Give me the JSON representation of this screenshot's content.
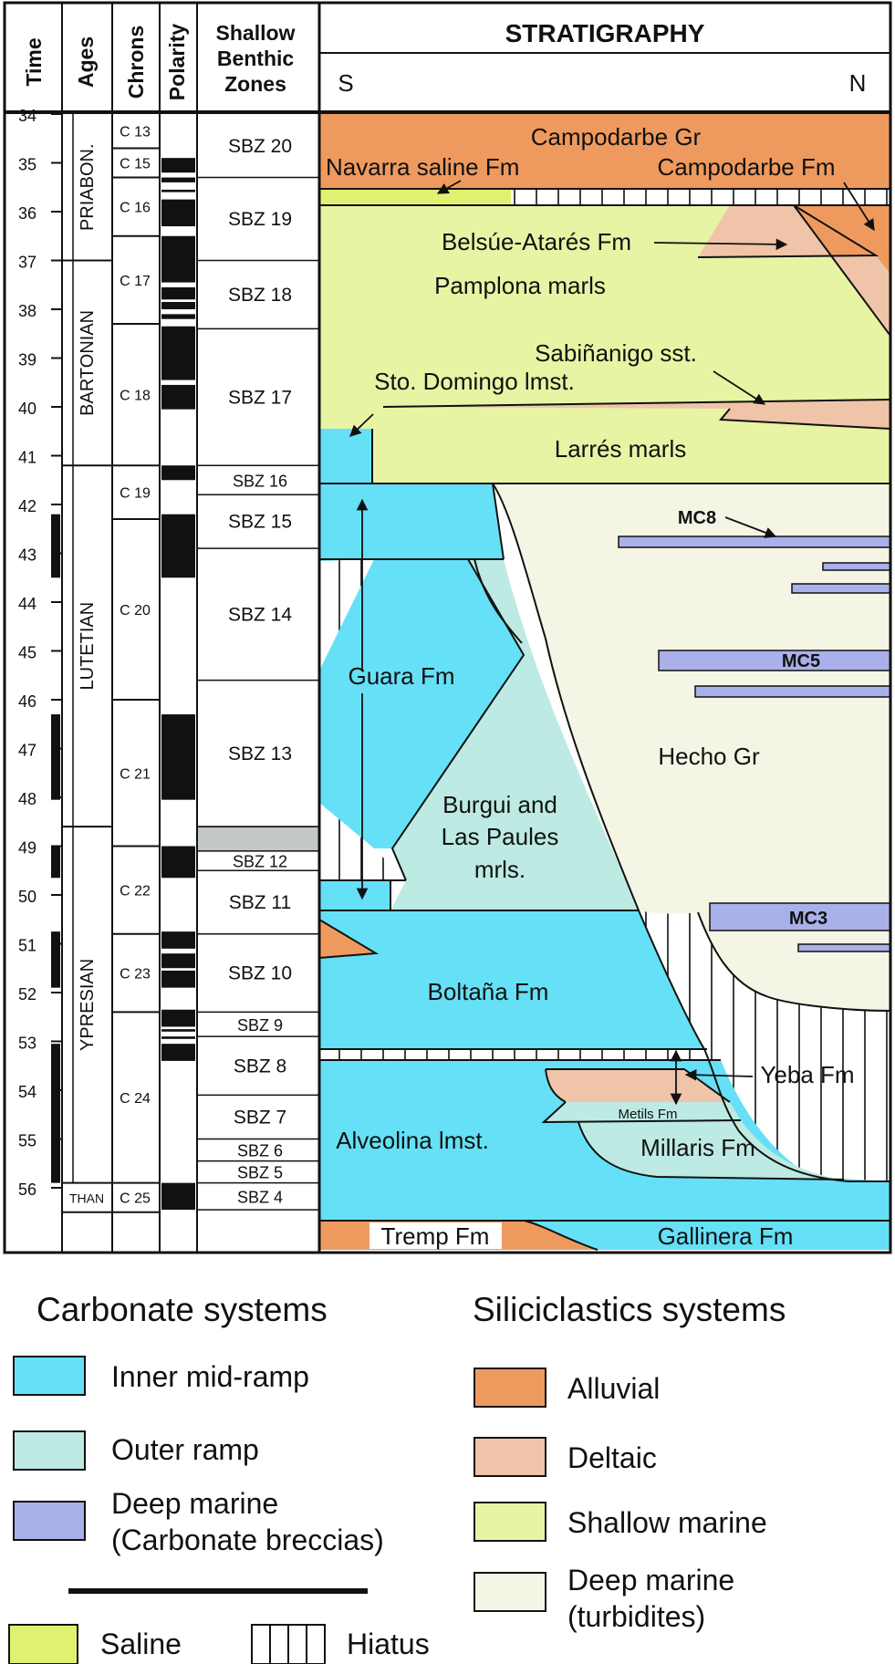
{
  "header": {
    "time": "Time",
    "ages": "Ages",
    "chrons": "Chrons",
    "polarity": "Polarity",
    "zones_line1": "Shallow",
    "zones_line2": "Benthic",
    "zones_line3": "Zones",
    "stratigraphy": "STRATIGRAPHY",
    "south": "S",
    "north": "N"
  },
  "time_scale": {
    "ticks": [
      "34",
      "35",
      "36",
      "37",
      "38",
      "39",
      "40",
      "41",
      "42",
      "43",
      "44",
      "45",
      "46",
      "47",
      "48",
      "49",
      "50",
      "51",
      "52",
      "53",
      "54",
      "55",
      "56"
    ]
  },
  "ages": [
    {
      "label": "PRIABON.",
      "from": 34.0,
      "to": 37.0
    },
    {
      "label": "BARTONIAN",
      "from": 37.0,
      "to": 41.2
    },
    {
      "label": "LUTETIAN",
      "from": 41.2,
      "to": 48.6
    },
    {
      "label": "YPRESIAN",
      "from": 48.6,
      "to": 55.9
    },
    {
      "label": "THAN",
      "from": 55.9,
      "to": 56.5
    }
  ],
  "chrons": [
    {
      "label": "C 13",
      "from": 34.0,
      "to": 34.7
    },
    {
      "label": "C 15",
      "from": 34.7,
      "to": 35.3
    },
    {
      "label": "C 16",
      "from": 35.3,
      "to": 36.5
    },
    {
      "label": "C 17",
      "from": 36.5,
      "to": 38.3
    },
    {
      "label": "C 18",
      "from": 38.3,
      "to": 41.2
    },
    {
      "label": "C 19",
      "from": 41.2,
      "to": 42.3
    },
    {
      "label": "C 20",
      "from": 42.3,
      "to": 46.0
    },
    {
      "label": "C 21",
      "from": 46.0,
      "to": 49.0
    },
    {
      "label": "C 22",
      "from": 49.0,
      "to": 50.8
    },
    {
      "label": "C 23",
      "from": 50.8,
      "to": 52.4
    },
    {
      "label": "C 24",
      "from": 52.4,
      "to": 55.9
    },
    {
      "label": "C 25",
      "from": 55.9,
      "to": 56.5
    }
  ],
  "polarity_normal": [
    [
      34.9,
      35.2
    ],
    [
      35.3,
      35.4
    ],
    [
      35.55,
      35.6
    ],
    [
      35.75,
      36.3
    ],
    [
      36.5,
      37.45
    ],
    [
      37.55,
      37.8
    ],
    [
      37.85,
      38.0
    ],
    [
      38.1,
      38.2
    ],
    [
      38.35,
      39.45
    ],
    [
      39.55,
      40.05
    ],
    [
      41.2,
      41.5
    ],
    [
      42.2,
      43.5
    ],
    [
      46.3,
      48.05
    ],
    [
      49.0,
      49.65
    ],
    [
      50.75,
      51.1
    ],
    [
      51.2,
      51.5
    ],
    [
      51.55,
      51.9
    ],
    [
      52.35,
      52.7
    ],
    [
      52.75,
      52.8
    ],
    [
      52.9,
      52.95
    ],
    [
      53.05,
      53.4
    ],
    [
      55.9,
      56.45
    ]
  ],
  "time_column_normal": [
    [
      42.2,
      43.5
    ],
    [
      46.3,
      48.05
    ],
    [
      49.0,
      49.65
    ],
    [
      50.75,
      51.9
    ],
    [
      53.05,
      55.9
    ]
  ],
  "zones": [
    {
      "label": "SBZ  20",
      "from": 34.0,
      "to": 35.3
    },
    {
      "label": "SBZ  19",
      "from": 35.3,
      "to": 37.0
    },
    {
      "label": "SBZ  18",
      "from": 37.0,
      "to": 38.4
    },
    {
      "label": "SBZ  17",
      "from": 38.4,
      "to": 41.2
    },
    {
      "label": "SBZ  16",
      "from": 41.2,
      "to": 41.8
    },
    {
      "label": "SBZ  15",
      "from": 41.8,
      "to": 42.9
    },
    {
      "label": "SBZ  14",
      "from": 42.9,
      "to": 45.6
    },
    {
      "label": "SBZ  13",
      "from": 45.6,
      "to": 48.6
    },
    {
      "label": "SBZ  12",
      "from": 49.1,
      "to": 49.5
    },
    {
      "label": "SBZ  11",
      "from": 49.5,
      "to": 50.8
    },
    {
      "label": "SBZ  10",
      "from": 50.8,
      "to": 52.4
    },
    {
      "label": "SBZ  9",
      "from": 52.4,
      "to": 52.9
    },
    {
      "label": "SBZ  8",
      "from": 52.9,
      "to": 54.1
    },
    {
      "label": "SBZ  7",
      "from": 54.1,
      "to": 55.0
    },
    {
      "label": "SBZ  6",
      "from": 55.0,
      "to": 55.45
    },
    {
      "label": "SBZ  5",
      "from": 55.45,
      "to": 55.9
    },
    {
      "label": "SBZ  4",
      "from": 55.9,
      "to": 56.45
    }
  ],
  "zone_gap": {
    "from": 48.6,
    "to": 49.1
  },
  "colors": {
    "inner_mid_ramp": "#66e0f6",
    "outer_ramp": "#bdeae3",
    "deep_marine_breccias": "#aab0ea",
    "alluvial": "#ee9a5e",
    "deltaic": "#f0c4a8",
    "shallow_marine": "#e6f4a4",
    "deep_marine_turbidites": "#f5f5e6",
    "saline": "#e0f070",
    "hiatus_fill": "#ffffff",
    "hiatus_stroke": "#111111",
    "zone_gap": "#c4c8c8"
  },
  "units": {
    "campodarbe_gr": "Campodarbe Gr",
    "navarra": "Navarra saline Fm",
    "campodarbe_fm": "Campodarbe Fm",
    "belsue": "Belsúe-Atarés Fm",
    "pamplona": "Pamplona marls",
    "sabinanigo": "Sabiñanigo sst.",
    "sto_domingo": "Sto. Domingo lmst.",
    "larres": "Larrés marls",
    "mc8": "MC8",
    "mc5": "MC5",
    "mc3": "MC3",
    "guara": "Guara Fm",
    "hecho": "Hecho Gr",
    "burgui1": "Burgui and",
    "burgui2": "Las Paules",
    "burgui3": "mrls.",
    "boltana": "Boltaña Fm",
    "yeba": "Yeba Fm",
    "metils": "Metils Fm",
    "alveolina": "Alveolina lmst.",
    "millaris": "Millaris Fm",
    "tremp": "Tremp Fm",
    "gallinera": "Gallinera Fm"
  },
  "legend": {
    "carbonate_title": "Carbonate systems",
    "siliciclastic_title": "Siliciclastics systems",
    "inner_mid_ramp": "Inner mid-ramp",
    "outer_ramp": "Outer ramp",
    "deep_marine_breccias_1": "Deep marine",
    "deep_marine_breccias_2": "(Carbonate breccias)",
    "alluvial": "Alluvial",
    "deltaic": "Deltaic",
    "shallow_marine": "Shallow marine",
    "deep_marine_turbidites_1": "Deep marine",
    "deep_marine_turbidites_2": "(turbidites)",
    "saline": "Saline",
    "hiatus": "Hiatus"
  }
}
